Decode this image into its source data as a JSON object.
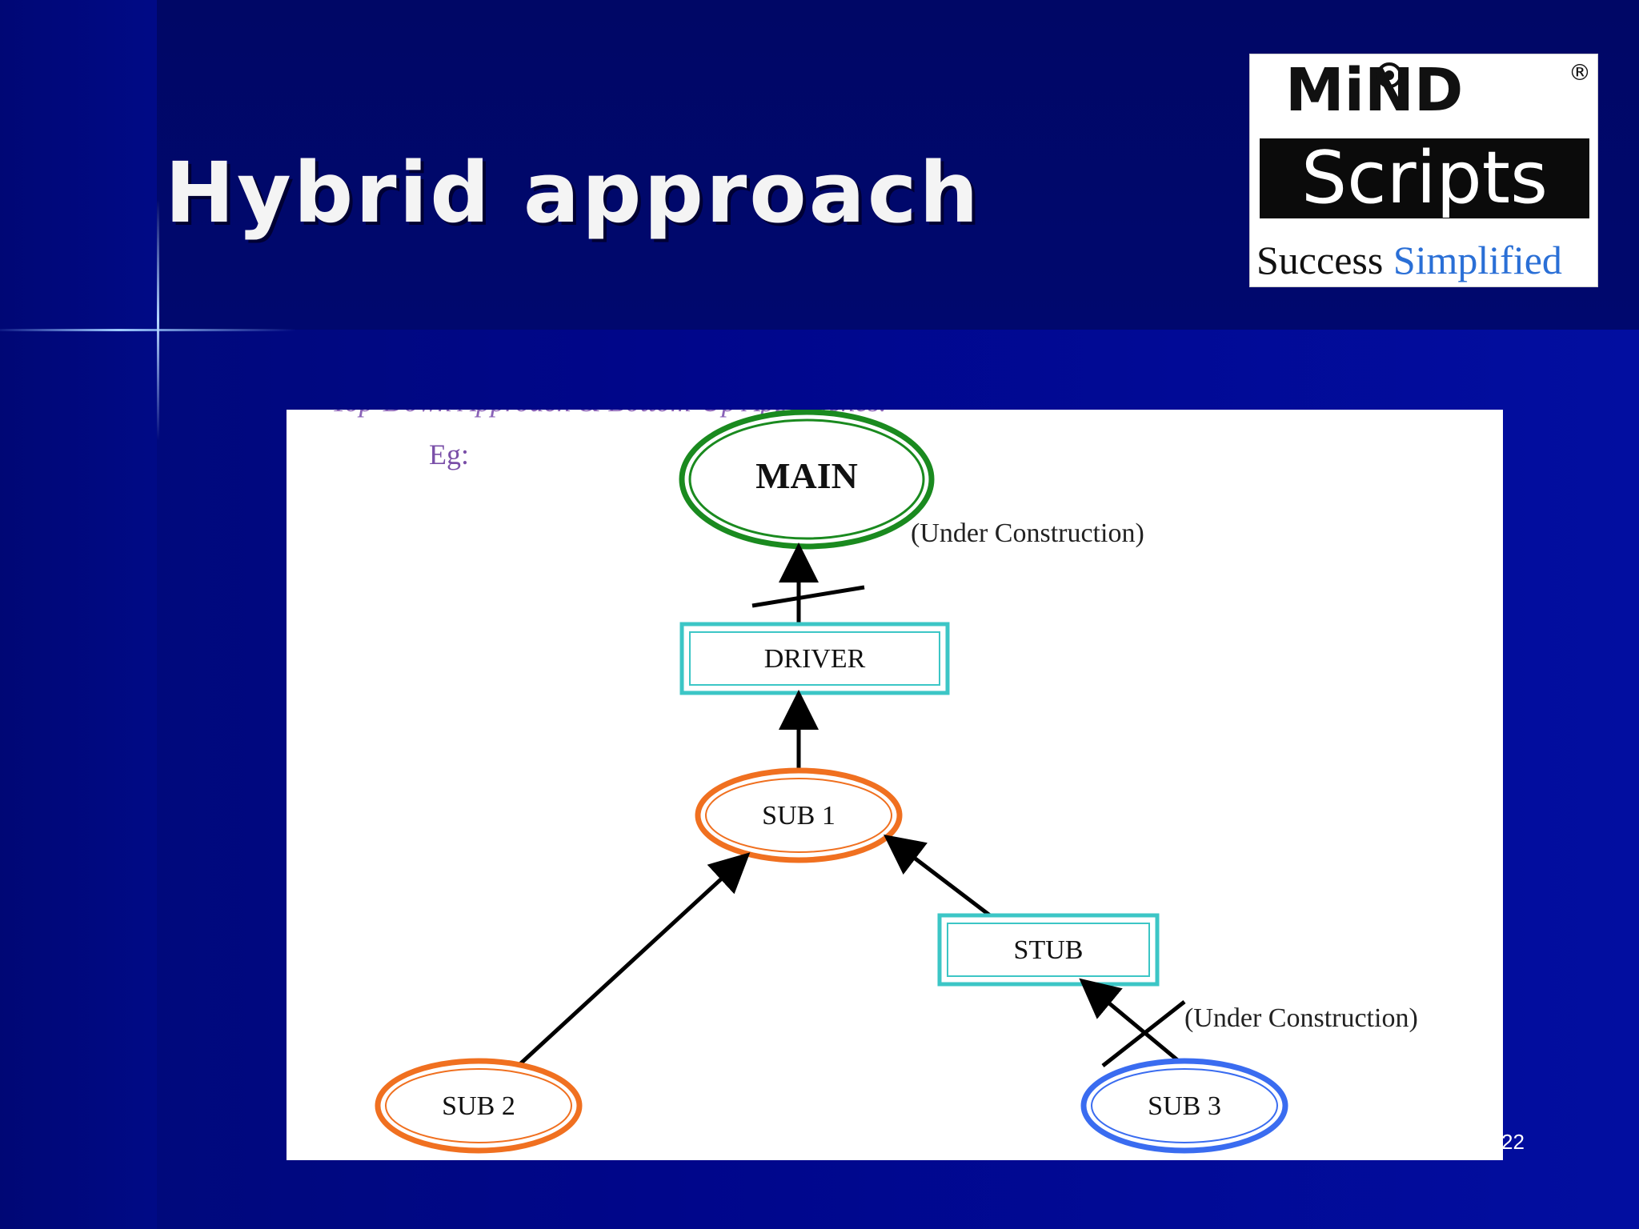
{
  "slide": {
    "title": "Hybrid approach",
    "page_number": "22"
  },
  "logo": {
    "wordmark_top": "MiND",
    "wordmark_main": "Scripts",
    "registered": "®",
    "tagline_part1": "Success",
    "tagline_part2": "Simplified"
  },
  "diagram": {
    "cut_heading": "Top-Down Approach & Bottom-Up Approaches.",
    "example_label": "Eg:",
    "nodes": {
      "main": "MAIN",
      "driver": "DRIVER",
      "sub1": "SUB 1",
      "stub": "STUB",
      "sub2": "SUB 2",
      "sub3": "SUB 3"
    },
    "annotations": {
      "main_status": "(Under Construction)",
      "sub3_status": "(Under Construction)"
    },
    "colors": {
      "main": "#1a8a1f",
      "box": "#3cc6c6",
      "sub_orange": "#f07020",
      "sub_blue": "#3a6cf0",
      "text_purple": "#7a4fa8"
    }
  }
}
